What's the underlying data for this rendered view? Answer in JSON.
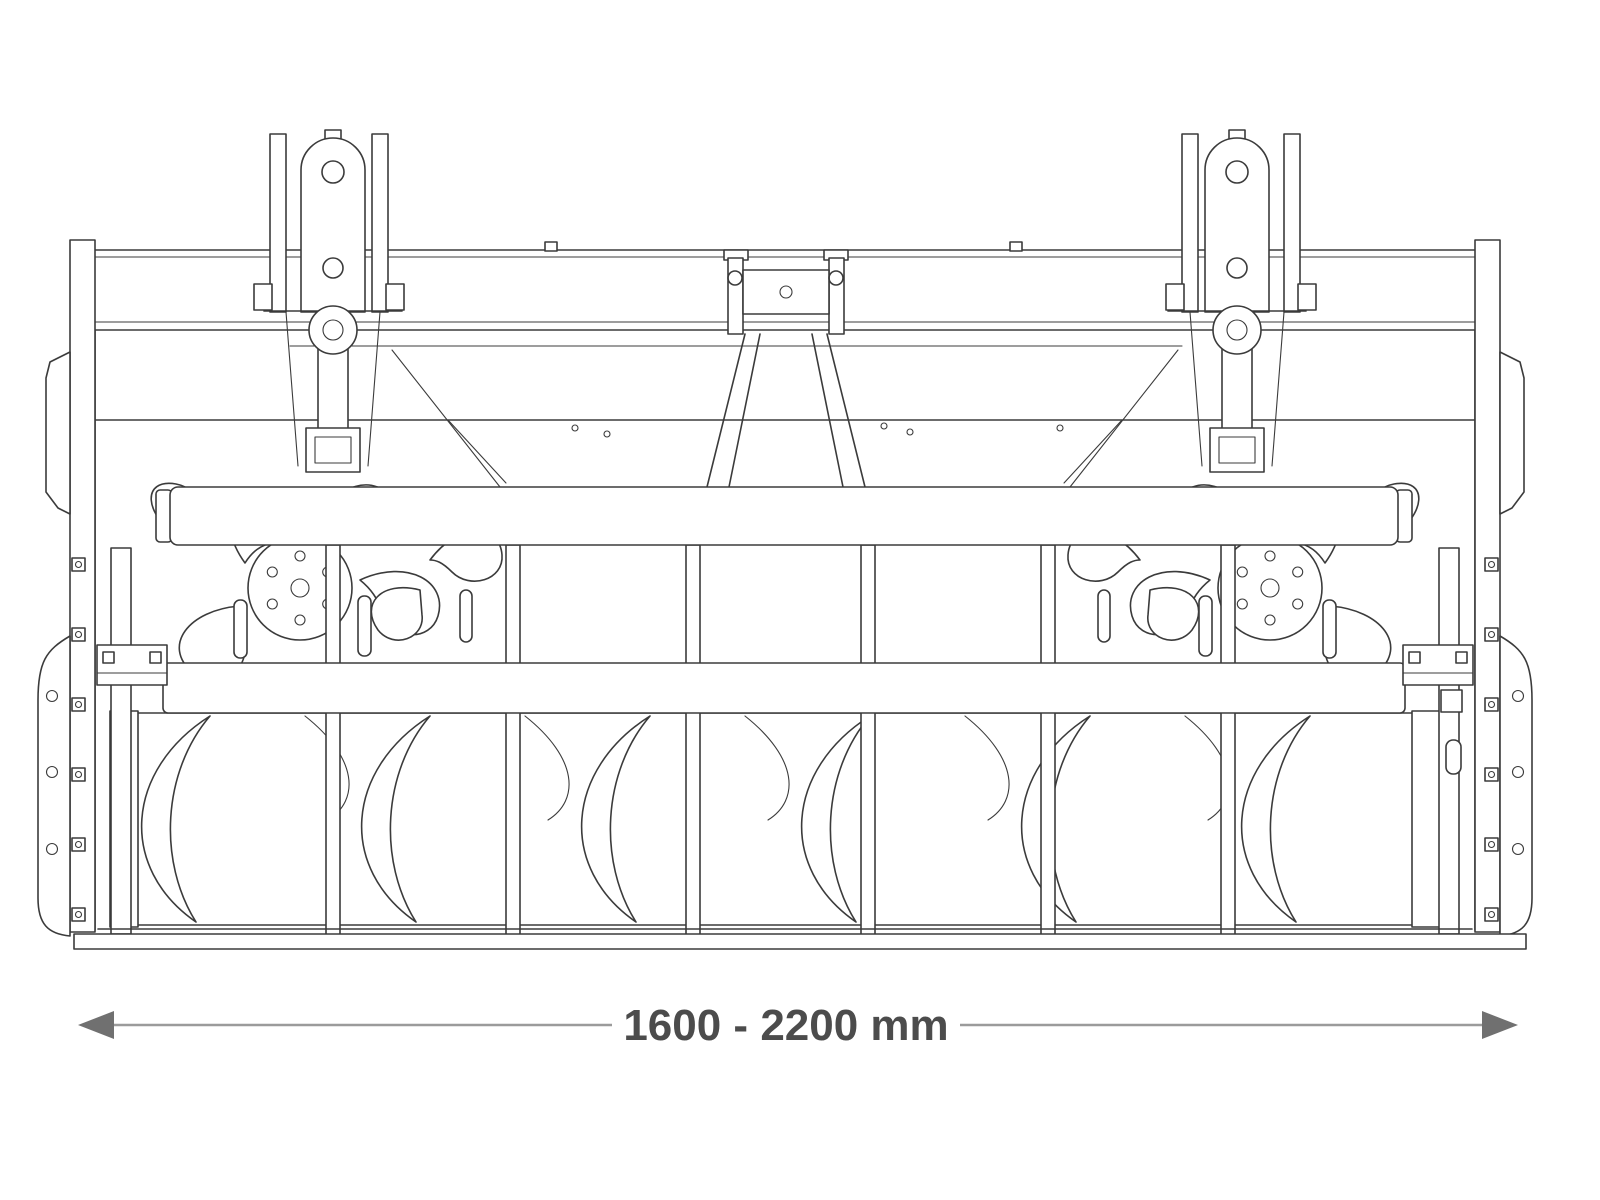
{
  "diagram": {
    "type": "technical-line-drawing",
    "subject": "front view of an adjustable-width implement bucket with auger and mounting brackets",
    "dimension_label": "1600 - 2200 mm",
    "colors": {
      "background": "#ffffff",
      "line": "#3b3b3b",
      "dim-line": "#9b9b9b",
      "dim-arrow": "#707070",
      "dim-text": "#4c4c4c"
    }
  }
}
